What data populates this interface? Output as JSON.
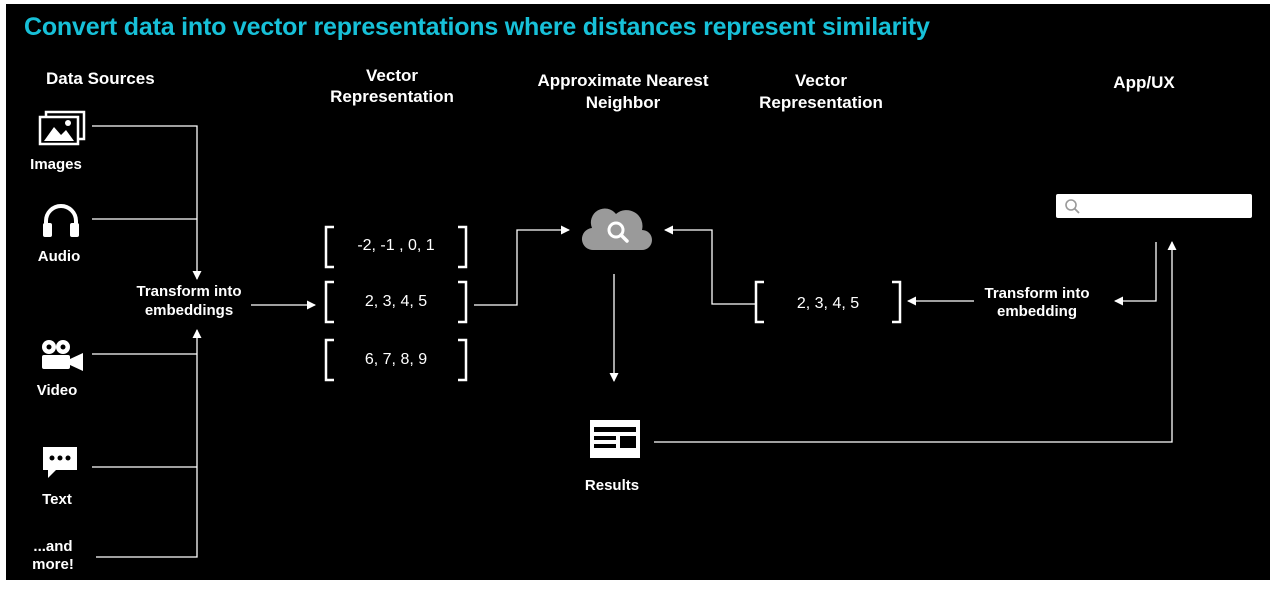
{
  "title": "Convert data into vector representations where distances represent similarity",
  "columns": {
    "data_sources": "Data Sources",
    "vector_rep_left_line1": "Vector",
    "vector_rep_left_line2": "Representation",
    "ann_line1": "Approximate Nearest",
    "ann_line2": "Neighbor",
    "vector_rep_right_line1": "Vector",
    "vector_rep_right_line2": "Representation",
    "app_ux": "App/UX"
  },
  "sources": {
    "images": "Images",
    "audio": "Audio",
    "video": "Video",
    "text": "Text",
    "more_line1": "...and",
    "more_line2": "more!"
  },
  "transform_left_line1": "Transform into",
  "transform_left_line2": "embeddings",
  "vectors_left": [
    "-2, -1 , 0, 1",
    "2, 3, 4, 5",
    "6, 7, 8, 9"
  ],
  "vector_right": "2, 3, 4, 5",
  "transform_right_line1": "Transform into",
  "transform_right_line2": "embedding",
  "results": "Results",
  "colors": {
    "title": "#17c0d8",
    "background": "#000000",
    "cloud": "#9a9a9a",
    "lines": "#ffffff"
  },
  "icons": [
    "images-icon",
    "headphones-icon",
    "video-camera-icon",
    "chat-bubble-icon",
    "cloud-search-icon",
    "results-icon",
    "search-icon"
  ]
}
